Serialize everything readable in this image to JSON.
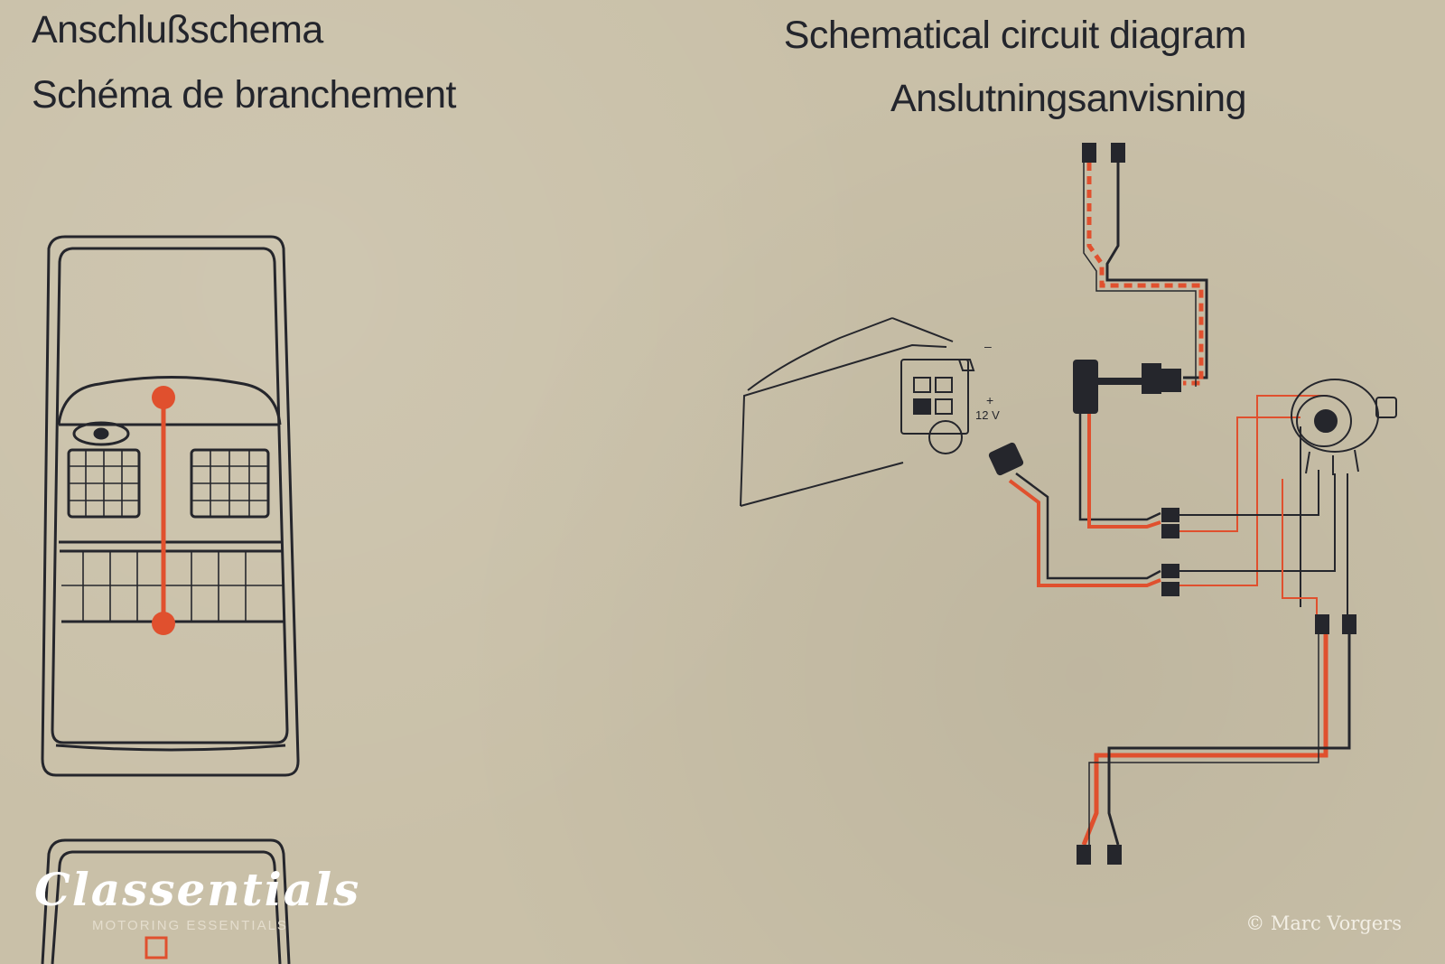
{
  "headings": {
    "german": "Anschlußschema",
    "french": "Schéma de branchement",
    "english": "Schematical circuit diagram",
    "swedish": "Anslutningsanvisning"
  },
  "battery": {
    "minus": "–",
    "plus": "+",
    "voltage": "12 V"
  },
  "watermark": {
    "brand": "Classentials",
    "tagline": "MOTORING ESSENTIALS",
    "credit": "© Marc Vorgers"
  },
  "colors": {
    "background": "#c9c0a8",
    "ink": "#25262c",
    "wire_red": "#e0502e"
  }
}
